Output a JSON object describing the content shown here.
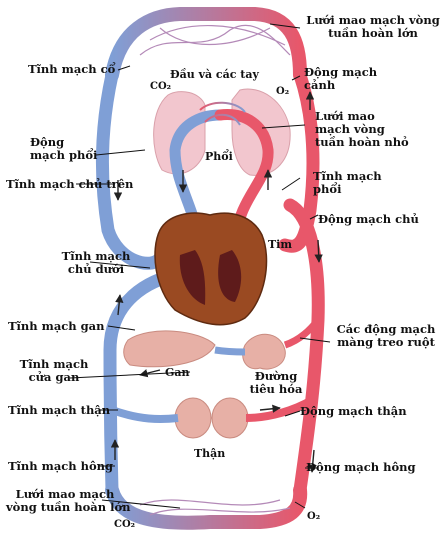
{
  "labels": {
    "upper_capillaries": [
      "Lưới mao mạch vòng",
      "tuần hoàn lớn"
    ],
    "jugular_vein": "Tĩnh mạch cổ",
    "carotid_artery": [
      "Động mạch",
      "cảnh"
    ],
    "head_arms": "Đầu và các tay",
    "co2_top": "CO₂",
    "o2_top": "O₂",
    "pulmonary_capillaries": [
      "Lưới mao",
      "mạch vòng",
      "tuần hoàn nhỏ"
    ],
    "pulmonary_artery": [
      "Động",
      "mạch phổi"
    ],
    "lungs": "Phổi",
    "superior_vena_cava": "Tĩnh mạch chủ trên",
    "pulmonary_vein": [
      "Tĩnh mạch",
      "phổi"
    ],
    "aorta": "Động mạch chủ",
    "heart": "Tim",
    "inferior_vena_cava": [
      "Tĩnh mạch",
      "chủ dưới"
    ],
    "hepatic_vein": "Tĩnh mạch gan",
    "mesenteric_arteries": [
      "Các động mạch",
      "màng treo ruột"
    ],
    "portal_vein": [
      "Tĩnh mạch",
      "cửa gan"
    ],
    "liver": "Gan",
    "digestive_tract": [
      "Đường",
      "tiêu hóa"
    ],
    "renal_vein": "Tĩnh mạch thận",
    "renal_artery": "Động mạch thận",
    "kidneys": "Thận",
    "iliac_vein": "Tĩnh mạch hông",
    "iliac_artery": "Động mạch hông",
    "lower_capillaries": [
      "Lưới mao mạch",
      "vòng tuần hoàn lớn"
    ],
    "co2_bottom": "CO₂",
    "o2_bottom": "O₂"
  },
  "colors": {
    "artery": "#e8576a",
    "vein": "#7f9fd6",
    "heart": "#9a4a22",
    "organ": "#e7b0a6",
    "lung": "#f2c6ce",
    "leader": "#111111"
  }
}
